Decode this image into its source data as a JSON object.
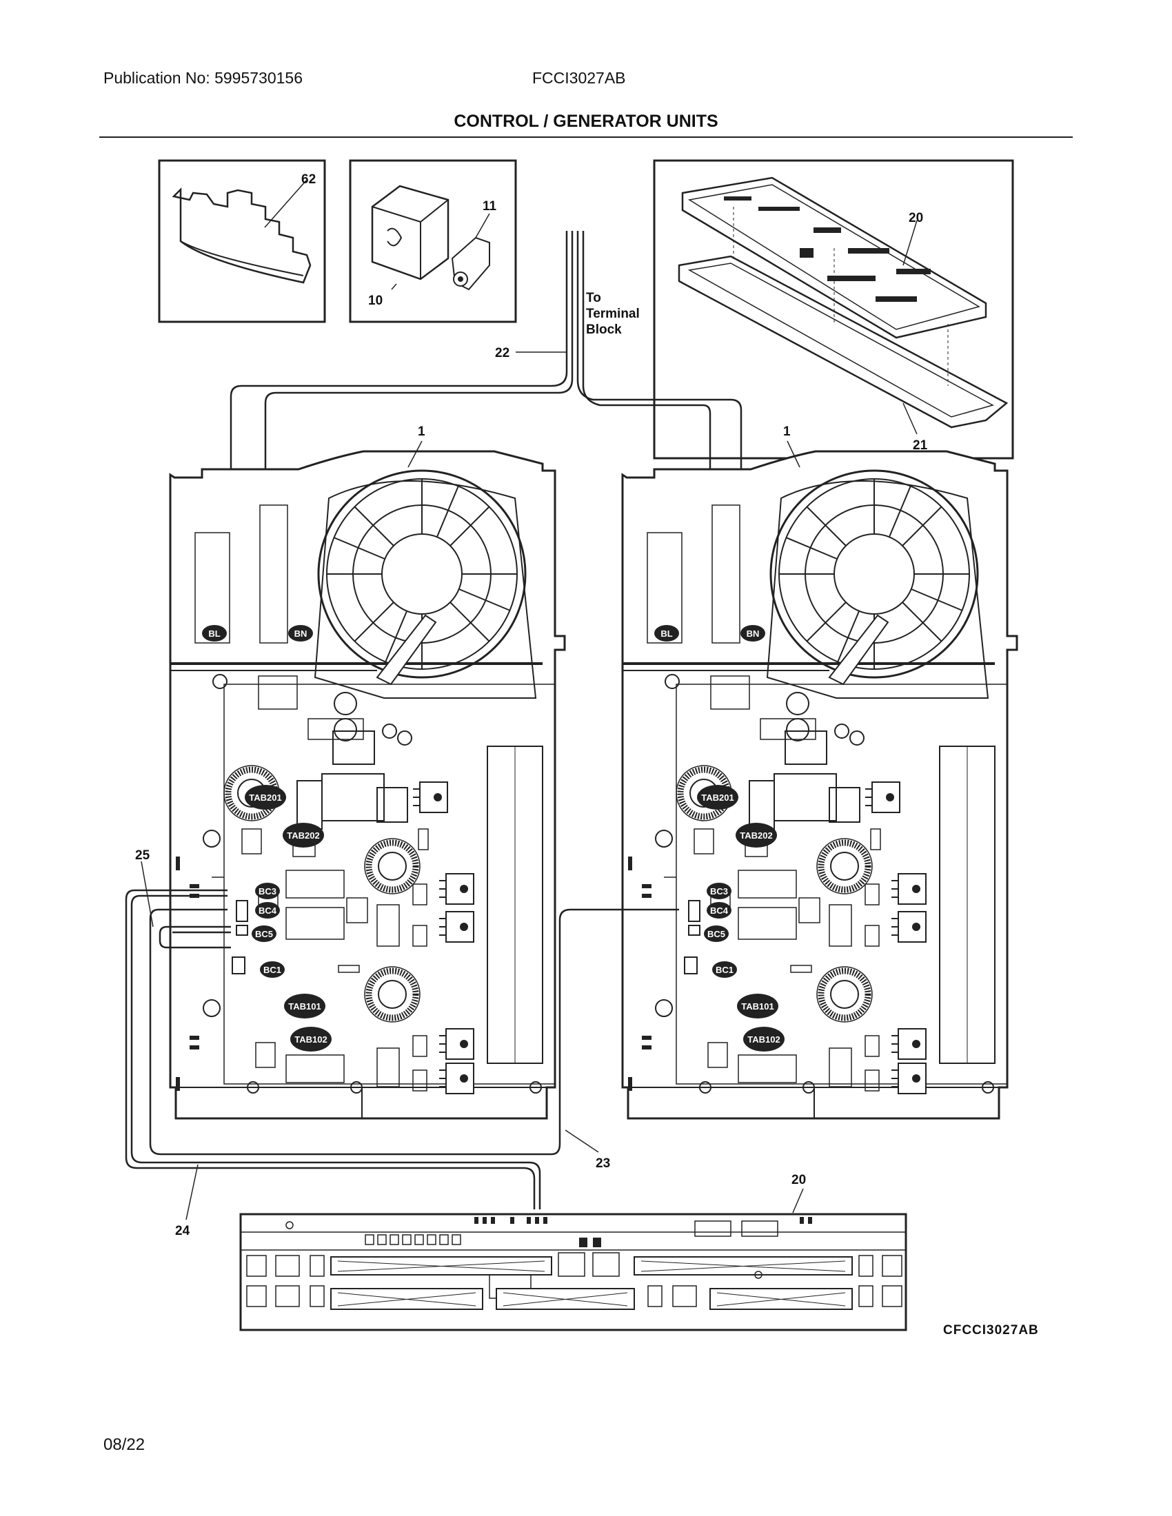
{
  "header": {
    "publication": "Publication No: 5995730156",
    "model": "FCCI3027AB",
    "title": "CONTROL / GENERATOR UNITS"
  },
  "callouts": {
    "c62": "62",
    "c11": "11",
    "c10": "10",
    "c20a": "20",
    "c21": "21",
    "c22": "22",
    "c1a": "1",
    "c1b": "1",
    "c25": "25",
    "c23": "23",
    "c24": "24",
    "c20b": "20"
  },
  "note": {
    "line1": "To",
    "line2": "Terminal",
    "line3": "Block"
  },
  "tags": {
    "bl": "BL",
    "bn": "BN",
    "tab201": "TAB201",
    "tab202": "TAB202",
    "bc3": "BC3",
    "bc4": "BC4",
    "bc5": "BC5",
    "bc1": "BC1",
    "tab101": "TAB101",
    "tab102": "TAB102"
  },
  "footer": {
    "diagram_code": "CFCCI3027AB",
    "date": "08/22"
  }
}
